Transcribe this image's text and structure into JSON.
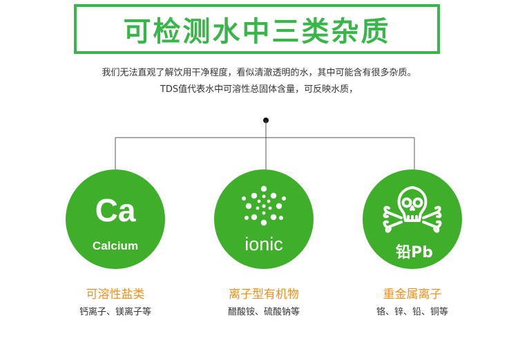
{
  "title": "可检测水中三类杂质",
  "desc_line1": "我们无法直观了解饮用干净程度，看似清澈透明的水，其中可能含有很多杂质。",
  "desc_line2": "TDS值代表水中可溶性总固体含量，可反映水质，",
  "colors": {
    "green": "#3ab54a",
    "circle": "#3fae2a",
    "orange": "#f28f16"
  },
  "items": [
    {
      "icon": "calcium-symbol",
      "symbol": "Ca",
      "circle_label": "Calcium",
      "category": "可溶性盐类",
      "examples": "钙离子、镁离子等"
    },
    {
      "icon": "dots-burst-icon",
      "circle_label": "ionic",
      "category": "离子型有机物",
      "examples": "醋酸铵、硫酸钠等"
    },
    {
      "icon": "skull-crossbones-icon",
      "circle_label": "铅Pb",
      "category": "重金属离子",
      "examples": "铬、锌、铅、铜等"
    }
  ]
}
